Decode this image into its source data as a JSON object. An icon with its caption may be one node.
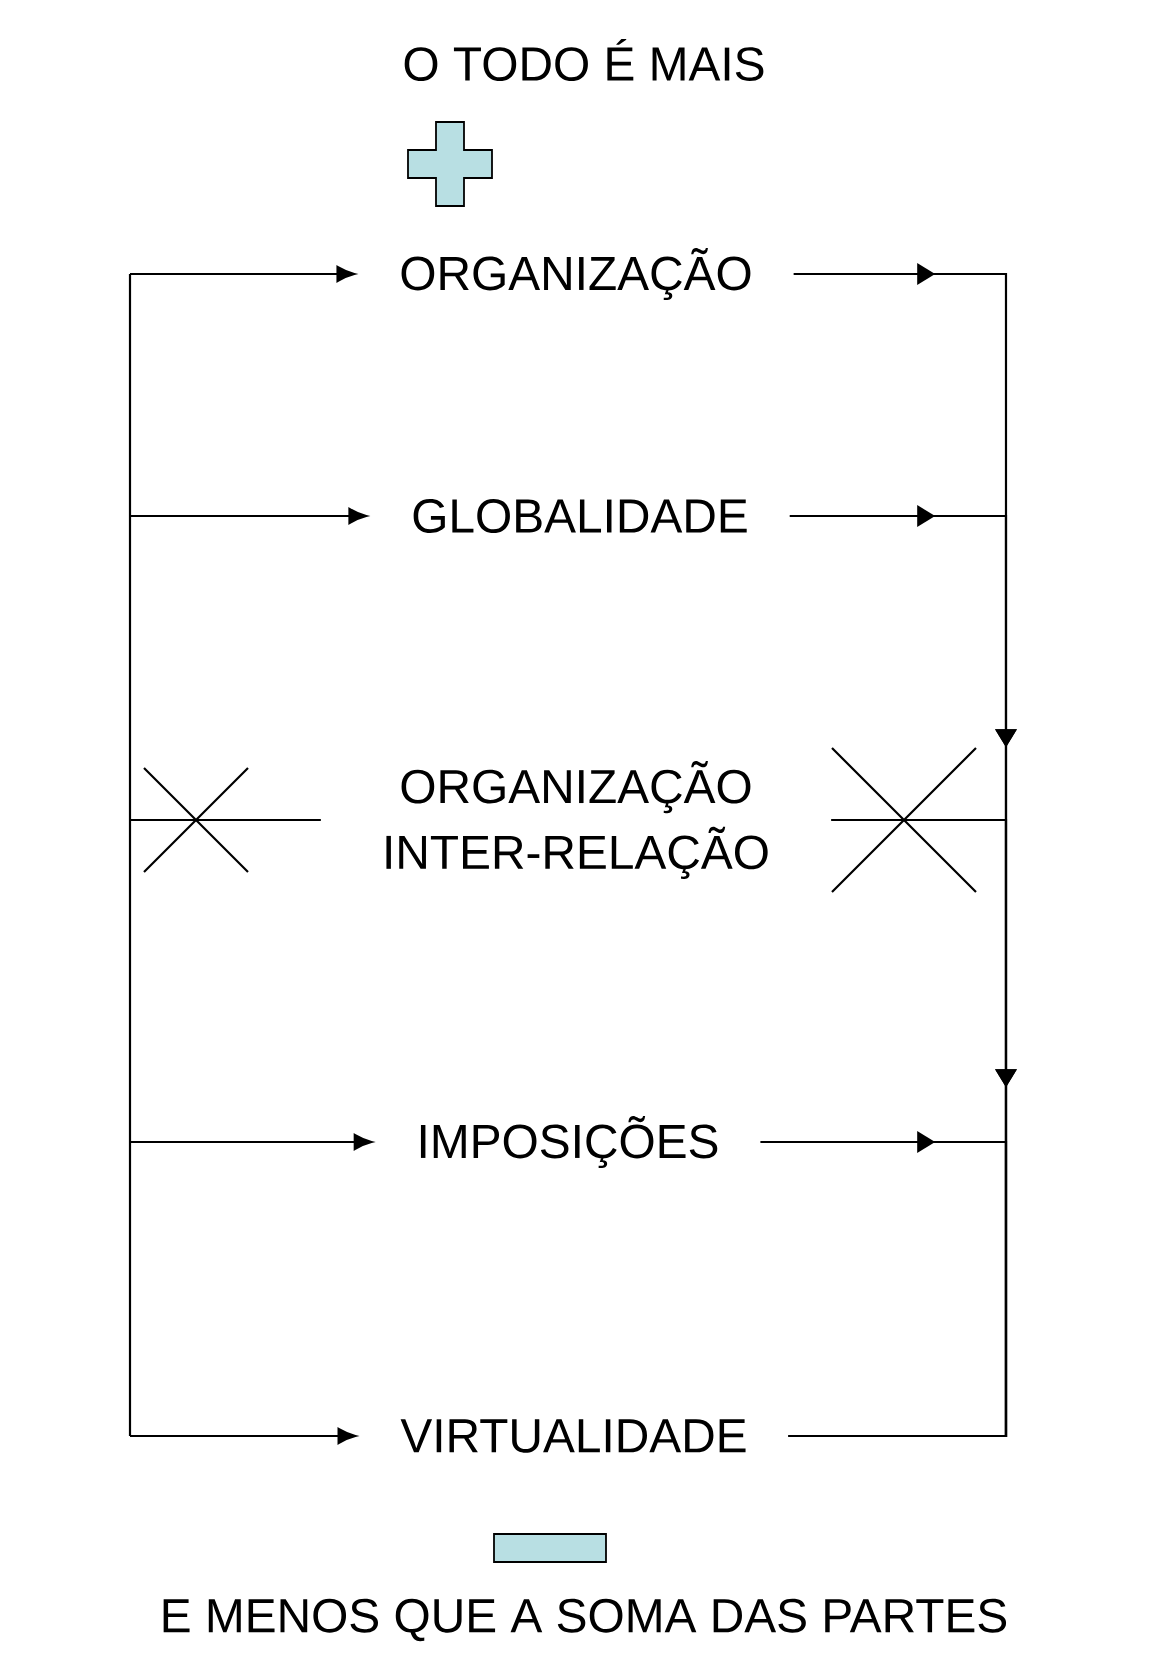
{
  "diagram": {
    "title": "O TODO É MAIS",
    "caption": "E MENOS QUE A SOMA DAS PARTES",
    "nodes": [
      {
        "text": [
          "ORGANIZAÇÃO"
        ]
      },
      {
        "text": [
          "GLOBALIDADE"
        ]
      },
      {
        "text": [
          "ORGANIZAÇÃO INTER-RELAÇÃO"
        ]
      },
      {
        "text": [
          "IMPOSIÇÕES"
        ]
      },
      {
        "text": [
          "VIRTUALIDADE"
        ]
      }
    ],
    "edges": [
      {
        "from": null,
        "to": 0,
        "arrow": "to"
      },
      {
        "from": null,
        "to": 1,
        "arrow": "to"
      },
      {
        "from": null,
        "to": 2,
        "arrow": "none"
      },
      {
        "from": null,
        "to": 3,
        "arrow": "to"
      },
      {
        "from": null,
        "to": 4,
        "arrow": "to"
      },
      {
        "from": 0,
        "to": 4,
        "arrow": "to"
      },
      {
        "from": 1,
        "to": 4,
        "arrow": "to"
      },
      {
        "from": 2,
        "to": 4,
        "arrow": "none"
      },
      {
        "from": 3,
        "to": 4,
        "arrow": "to"
      }
    ]
  }
}
